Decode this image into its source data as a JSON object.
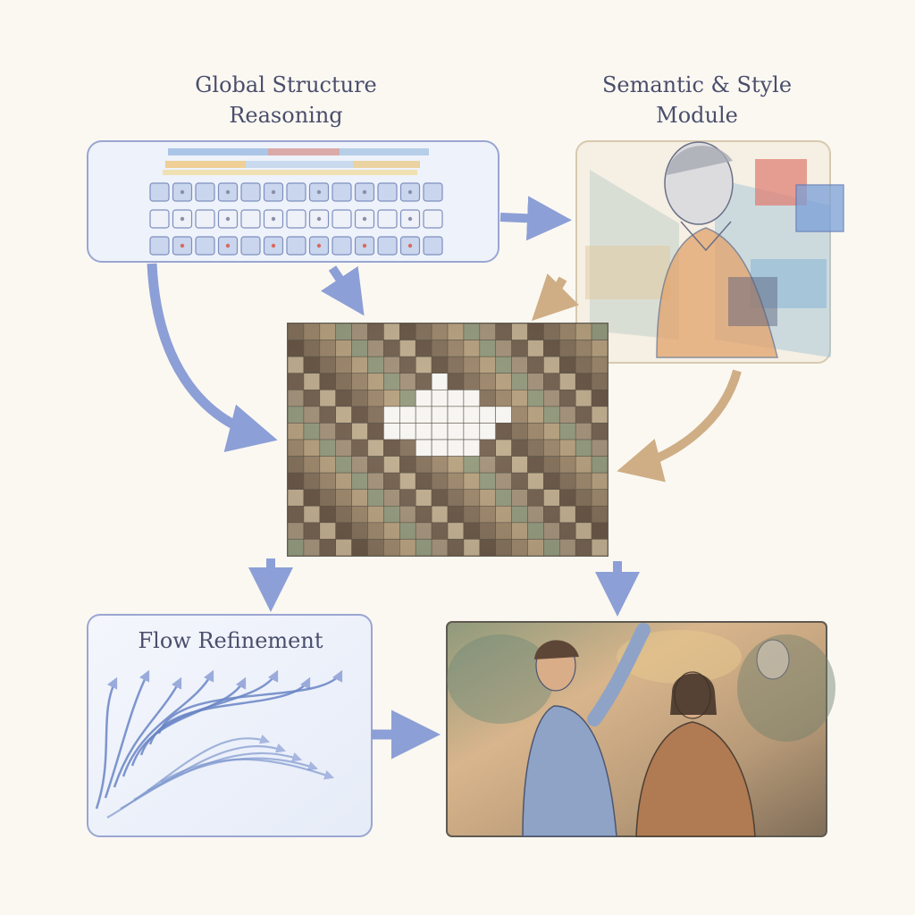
{
  "diagram": {
    "global_structure_label": [
      "Global Structure",
      "Reasoning"
    ],
    "semantic_style_label": [
      "Semantic & Style",
      "Module"
    ],
    "flow_refinement_label": "Flow Refinement"
  },
  "colors": {
    "background": "#fbf8f2",
    "arrow_blue": "#8c9fd6",
    "arrow_tan": "#cfae86",
    "panel_border": "#9aa6d2",
    "label_text": "#4a4e6c",
    "token_fill": "#c9d6ee"
  },
  "icons": [
    "arrow-right-icon",
    "arrow-down-icon",
    "curved-arrow-icon",
    "flow-stroke-icon",
    "person-silhouette-icon"
  ]
}
